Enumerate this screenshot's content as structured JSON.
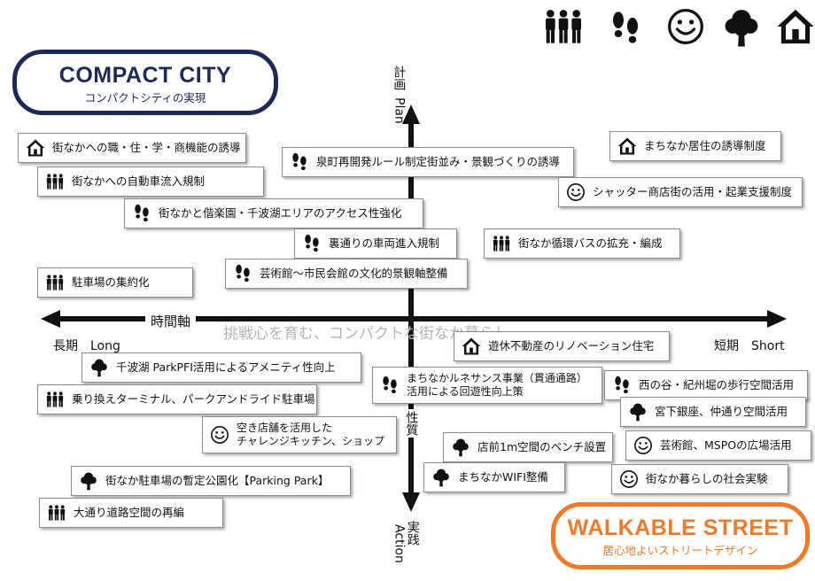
{
  "badges": {
    "compact": {
      "title": "COMPACT CITY",
      "subtitle": "コンパクトシティの実現",
      "color": "#1c2a55"
    },
    "walkable": {
      "title": "WALKABLE STREET",
      "subtitle": "居心地よいストリートデザイン",
      "color": "#ee7a2a"
    }
  },
  "axes": {
    "horizontal_label": "時間軸",
    "left_label": "長期　Long",
    "right_label": "短期　Short",
    "top_label": "計画\nPlan",
    "top_jp": "計画",
    "top_en": "Plan",
    "nature_label": "性質",
    "bottom_jp": "実践",
    "bottom_en": "Action"
  },
  "watermark": "挑戦心を育む、コンパクトな街なか暮らし",
  "legend_icons": [
    "people-icon",
    "footprints-icon",
    "smile-icon",
    "tree-icon",
    "house-icon"
  ],
  "items": [
    {
      "icon": "house-icon",
      "text": "街なかへの職・住・学・商機能の誘導"
    },
    {
      "icon": "people-icon",
      "text": "街なかへの自動車流入規制"
    },
    {
      "icon": "footprints-icon",
      "text": "泉町再開発ルール制定街並み・景観づくりの誘導"
    },
    {
      "icon": "house-icon",
      "text": "まちなか居住の誘導制度"
    },
    {
      "icon": "smile-icon",
      "text": "シャッター商店街の活用・起業支援制度"
    },
    {
      "icon": "footprints-icon",
      "text": "街なかと偕楽園・千波湖エリアのアクセス性強化"
    },
    {
      "icon": "footprints-icon",
      "text": "裏通りの車両進入規制"
    },
    {
      "icon": "people-icon",
      "text": "街なか循環バスの拡充・編成"
    },
    {
      "icon": "footprints-icon",
      "text": "芸術館～市民会館の文化的景観軸整備"
    },
    {
      "icon": "people-icon",
      "text": "駐車場の集約化"
    },
    {
      "icon": "house-icon",
      "text": "遊休不動産のリノベーション住宅"
    },
    {
      "icon": "tree-icon",
      "text": "千波湖 ParkPFI活用によるアメニティ性向上"
    },
    {
      "icon": "footprints-icon",
      "text": "まちなかルネサンス事業（貫通通路）\n活用による回遊性向上策"
    },
    {
      "icon": "footprints-icon",
      "text": "西の谷・紀州堀の歩行空間活用"
    },
    {
      "icon": "people-icon",
      "text": "乗り換えターミナル、パークアンドライド駐車場"
    },
    {
      "icon": "tree-icon",
      "text": "宮下銀座、仲通り空間活用"
    },
    {
      "icon": "smile-icon",
      "text": "空き店舗を活用した\nチャレンジキッチン、ショップ"
    },
    {
      "icon": "tree-icon",
      "text": "店前1m空間のベンチ設置"
    },
    {
      "icon": "smile-icon",
      "text": "芸術館、MSPOの広場活用"
    },
    {
      "icon": "tree-icon",
      "text": "まちなかWIFI整備"
    },
    {
      "icon": "tree-icon",
      "text": "街なか駐車場の暫定公園化【Parking Park】"
    },
    {
      "icon": "smile-icon",
      "text": "街なか暮らしの社会実験"
    },
    {
      "icon": "people-icon",
      "text": "大通り道路空間の再編"
    }
  ]
}
